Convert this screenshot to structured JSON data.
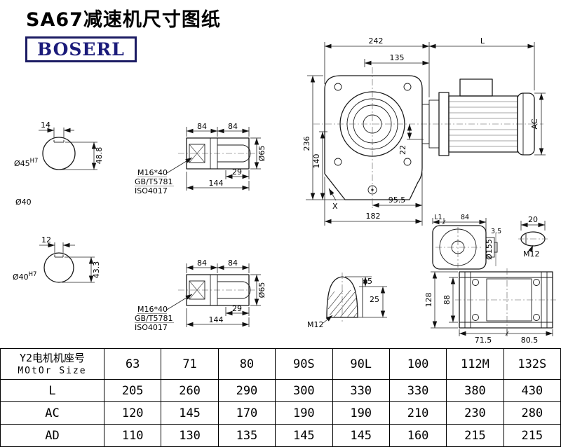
{
  "page": {
    "title": "SA67减速机尺寸图纸",
    "logo_text": "BOSERL"
  },
  "left_views": {
    "top": {
      "width": "14",
      "dia": "Ø45",
      "dia_tol": "H7",
      "height": "48.8"
    },
    "mid_label": "Ø40",
    "bottom": {
      "width": "12",
      "dia": "Ø40",
      "dia_tol": "H7",
      "height": "43.3"
    }
  },
  "shaft_side": {
    "d84a": "84",
    "d84b": "84",
    "d29": "29",
    "d144": "144",
    "dia65": "Ø65",
    "bolt_line1": "M16*40",
    "bolt_line2": "GB/T5781",
    "bolt_line3": "ISO4017"
  },
  "main_view": {
    "d242": "242",
    "dL": "L",
    "d135": "135",
    "d236": "236",
    "d140": "140",
    "d22": "22",
    "dAC": "AC",
    "d95_5": "95.5",
    "d182": "182",
    "dX": "X"
  },
  "side_view": {
    "dL1": "L1",
    "d84": "84",
    "d3_5": "3.5",
    "d20": "20",
    "dia155": "Ø155",
    "m12": "M12"
  },
  "plug_view": {
    "d5": "5",
    "d25": "25",
    "m12": "M12"
  },
  "bottom_view": {
    "d128": "128",
    "d88": "88",
    "d71_5": "71.5",
    "d80_5": "80.5"
  },
  "table": {
    "header_cn": "Y2电机机座号",
    "header_en": "MOtOr Size",
    "sizes": [
      "63",
      "71",
      "80",
      "90S",
      "90L",
      "100",
      "112M",
      "132S"
    ],
    "rows": [
      {
        "label": "L",
        "values": [
          "205",
          "260",
          "290",
          "300",
          "330",
          "330",
          "380",
          "430"
        ]
      },
      {
        "label": "AC",
        "values": [
          "120",
          "145",
          "170",
          "190",
          "190",
          "210",
          "230",
          "280"
        ]
      },
      {
        "label": "AD",
        "values": [
          "110",
          "130",
          "135",
          "145",
          "145",
          "160",
          "215",
          "215"
        ]
      }
    ]
  }
}
